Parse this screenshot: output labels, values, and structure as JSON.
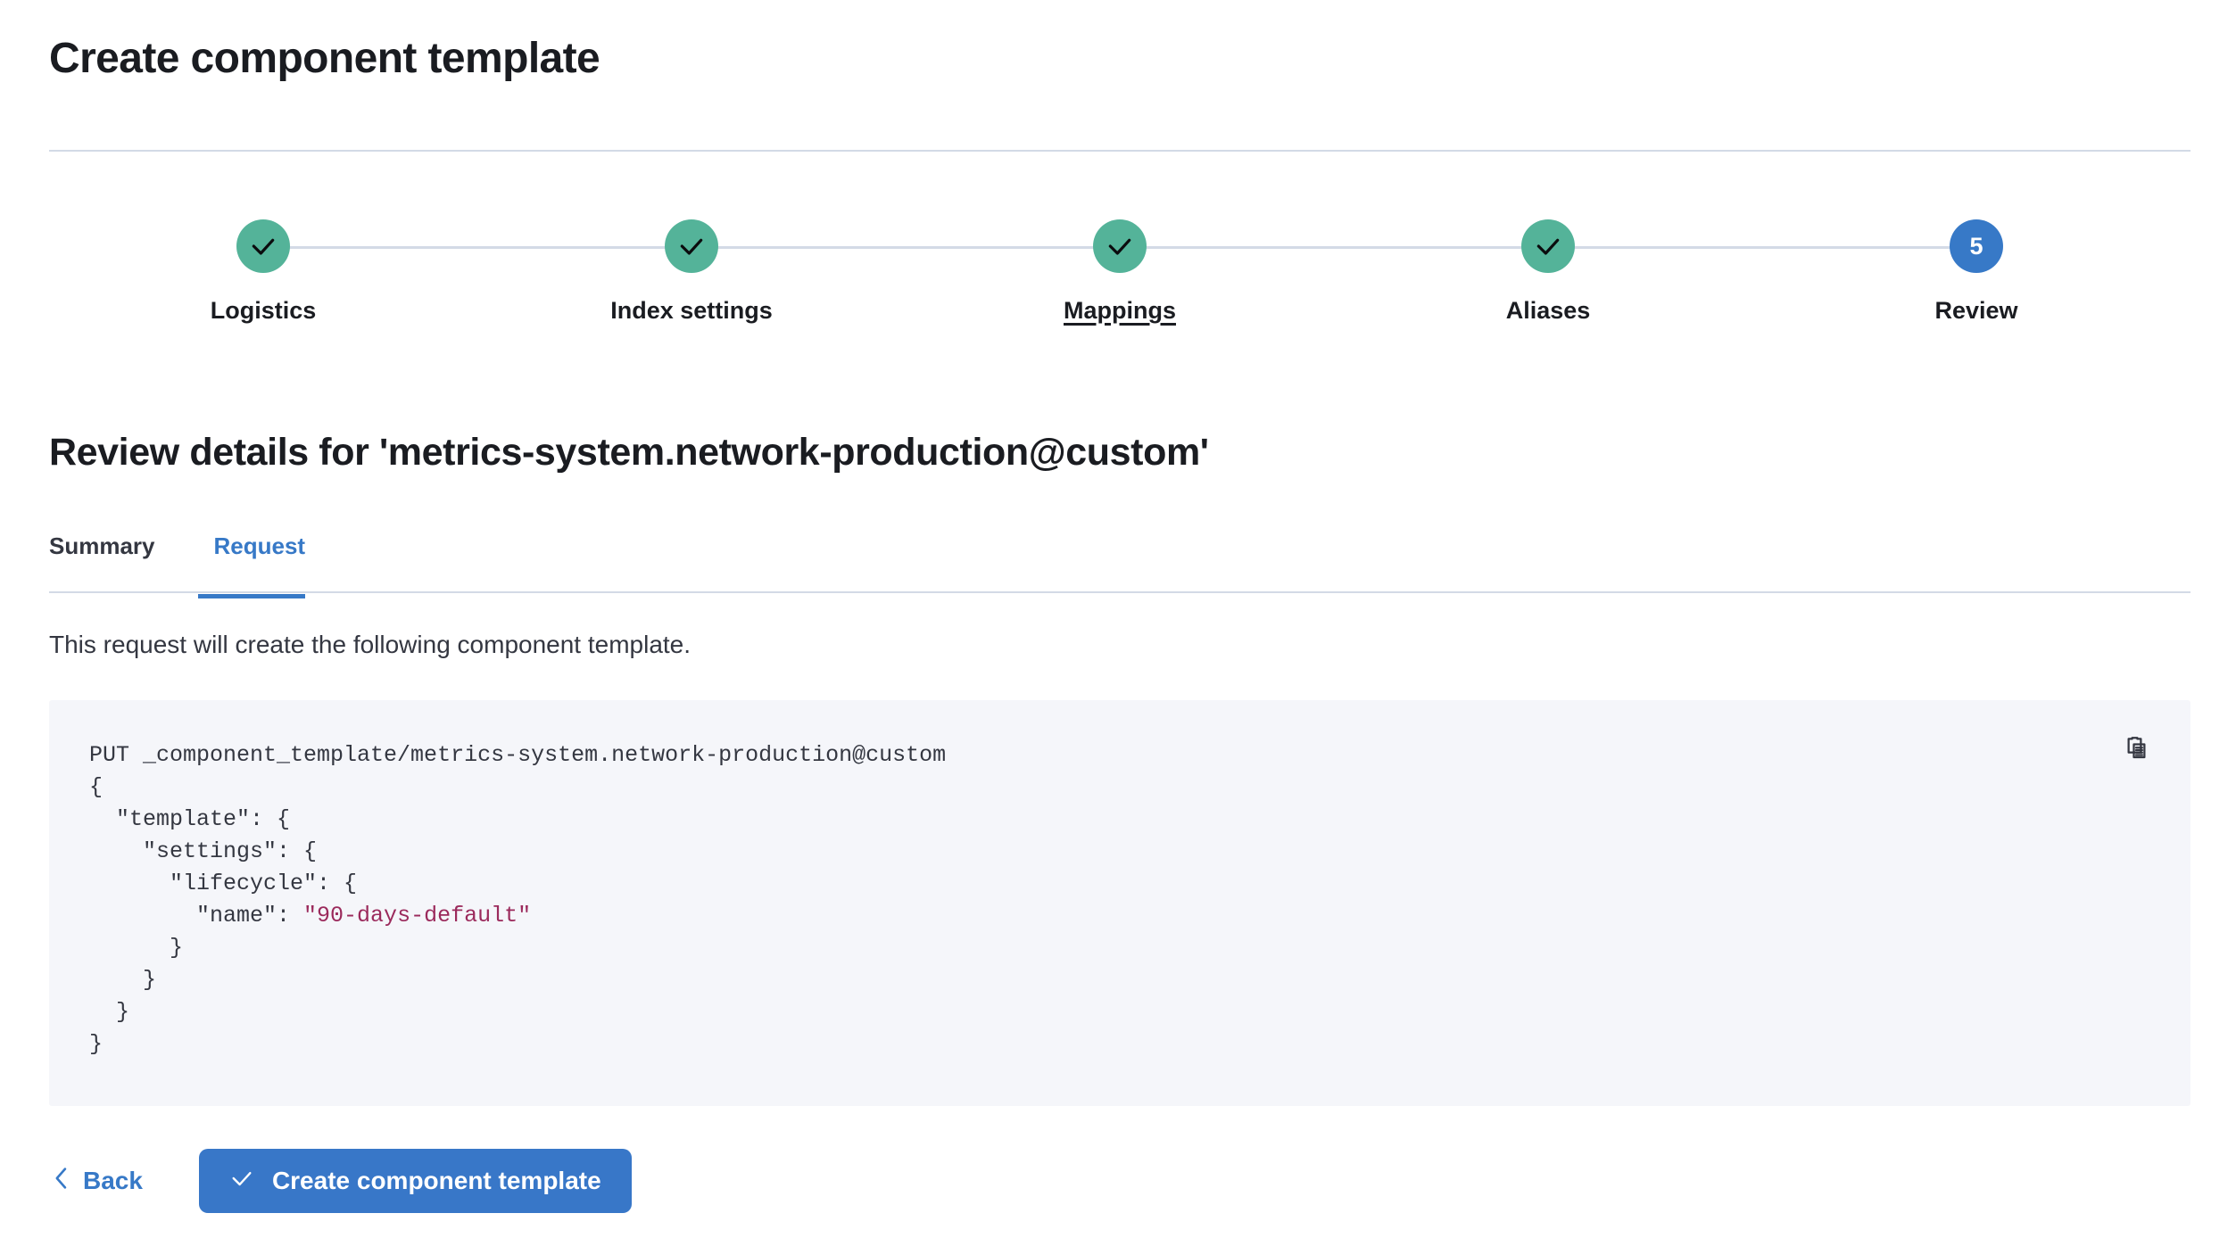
{
  "header": {
    "title": "Create component template"
  },
  "stepper": {
    "steps": [
      {
        "label": "Logistics",
        "state": "complete",
        "icon": "check-icon",
        "underlined": false
      },
      {
        "label": "Index settings",
        "state": "complete",
        "icon": "check-icon",
        "underlined": false
      },
      {
        "label": "Mappings",
        "state": "complete",
        "icon": "check-icon",
        "underlined": true
      },
      {
        "label": "Aliases",
        "state": "complete",
        "icon": "check-icon",
        "underlined": false
      },
      {
        "label": "Review",
        "state": "current",
        "number": "5",
        "underlined": false
      }
    ],
    "colors": {
      "complete": "#54b399",
      "current": "#3779c7",
      "connector": "#d3dae6"
    }
  },
  "main": {
    "review_heading": "Review details for 'metrics-system.network-production@custom'",
    "tabs": [
      {
        "label": "Summary",
        "active": false
      },
      {
        "label": "Request",
        "active": true
      }
    ],
    "request_description": "This request will create the following component template.",
    "code": {
      "line_1": "PUT _component_template/metrics-system.network-production@custom",
      "line_2": "{",
      "line_3": "  \"template\": {",
      "line_4": "    \"settings\": {",
      "line_5": "      \"lifecycle\": {",
      "line_6_key": "        \"name\": ",
      "line_6_value": "\"90-days-default\"",
      "line_7": "      }",
      "line_8": "    }",
      "line_9": "  }",
      "line_10": "}",
      "copy_icon": "copy-icon",
      "string_color": "#9b2a5c",
      "background": "#f5f6fa"
    }
  },
  "footer": {
    "back_label": "Back",
    "back_icon": "chevron-left-icon",
    "create_label": "Create component template",
    "create_icon": "check-icon",
    "primary_color": "#3877c8"
  }
}
